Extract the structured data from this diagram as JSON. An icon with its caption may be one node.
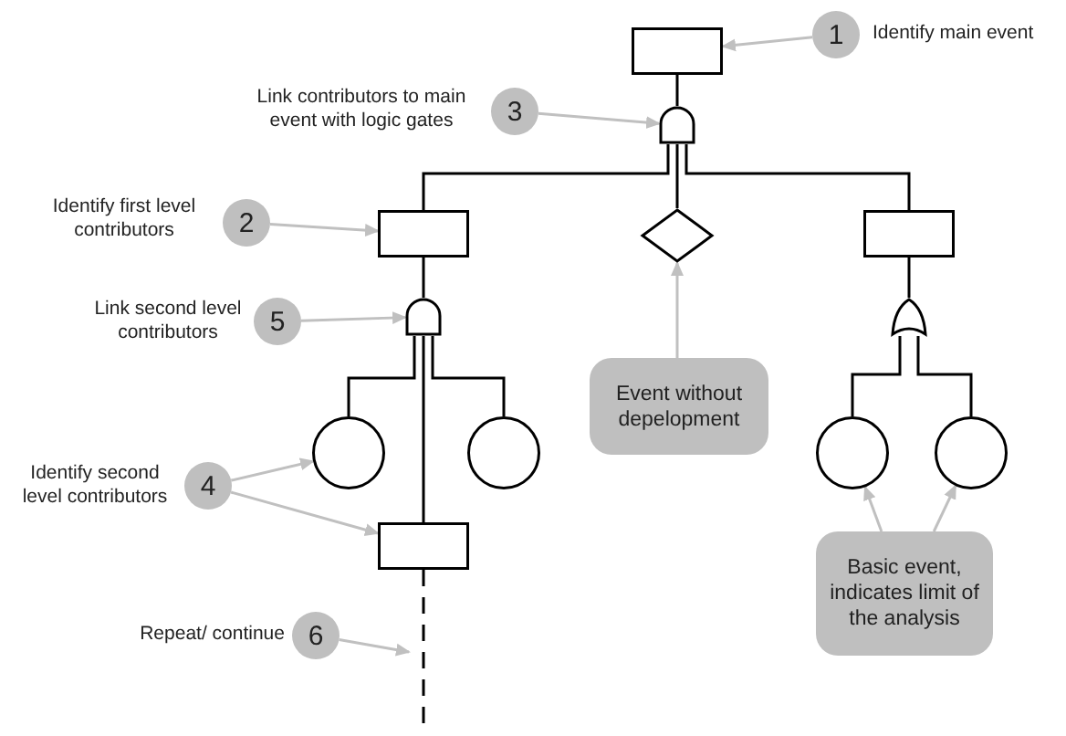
{
  "diagram": {
    "nodes": [
      {
        "text": [],
        "shape": "box"
      },
      {
        "text": [],
        "shape": "gate"
      },
      {
        "text": [],
        "shape": "box"
      },
      {
        "text": [],
        "shape": "diamond"
      },
      {
        "text": [],
        "shape": "box"
      },
      {
        "text": [],
        "shape": "gate"
      },
      {
        "text": [],
        "shape": "circle"
      },
      {
        "text": [],
        "shape": "circle"
      },
      {
        "text": [],
        "shape": "box"
      },
      {
        "text": [],
        "shape": "gate"
      },
      {
        "text": [],
        "shape": "circle"
      },
      {
        "text": [],
        "shape": "circle"
      },
      {
        "text": [
          "1"
        ],
        "beside": [
          "Identify main event"
        ]
      },
      {
        "text": [
          "3"
        ],
        "beside": [
          "Link contributors to main event with logic gates"
        ]
      },
      {
        "text": [
          "2"
        ],
        "beside": [
          "Identify first level contributors"
        ]
      },
      {
        "text": [
          "5"
        ],
        "beside": [
          "Link second level contributors"
        ]
      },
      {
        "text": [
          "4"
        ],
        "beside": [
          "Identify second level contributors"
        ]
      },
      {
        "text": [
          "6"
        ],
        "beside": [
          "Repeat/ continue"
        ]
      },
      {
        "text": [
          "Event without depelopment"
        ]
      },
      {
        "text": [
          "Basic event, indicates limit of the analysis"
        ]
      }
    ],
    "edges": [
      {
        "from": 0,
        "to": 1,
        "arrow": "none"
      },
      {
        "from": 1,
        "to": 2,
        "arrow": "none"
      },
      {
        "from": 1,
        "to": 3,
        "arrow": "none"
      },
      {
        "from": 1,
        "to": 4,
        "arrow": "none"
      },
      {
        "from": 2,
        "to": 5,
        "arrow": "none"
      },
      {
        "from": 5,
        "to": 6,
        "arrow": "none"
      },
      {
        "from": 5,
        "to": 7,
        "arrow": "none"
      },
      {
        "from": 5,
        "to": 8,
        "arrow": "none"
      },
      {
        "from": 4,
        "to": 9,
        "arrow": "none"
      },
      {
        "from": 9,
        "to": 10,
        "arrow": "none"
      },
      {
        "from": 9,
        "to": 11,
        "arrow": "none"
      },
      {
        "from": 8,
        "to": null,
        "arrow": "none",
        "style": "dashed"
      },
      {
        "from": 12,
        "to": 0,
        "arrow": "to",
        "color": "#c0c0c0"
      },
      {
        "from": 13,
        "to": 1,
        "arrow": "to",
        "color": "#c0c0c0"
      },
      {
        "from": 14,
        "to": 2,
        "arrow": "to",
        "color": "#c0c0c0"
      },
      {
        "from": 15,
        "to": 5,
        "arrow": "to",
        "color": "#c0c0c0"
      },
      {
        "from": 16,
        "to": 6,
        "arrow": "to",
        "color": "#c0c0c0"
      },
      {
        "from": 16,
        "to": 8,
        "arrow": "to",
        "color": "#c0c0c0"
      },
      {
        "from": 17,
        "to": null,
        "arrow": "to",
        "color": "#c0c0c0"
      },
      {
        "from": 18,
        "to": 3,
        "arrow": "to",
        "color": "#c0c0c0"
      },
      {
        "from": 19,
        "to": 10,
        "arrow": "to",
        "color": "#c0c0c0"
      },
      {
        "from": 19,
        "to": 11,
        "arrow": "to",
        "color": "#c0c0c0"
      }
    ]
  }
}
